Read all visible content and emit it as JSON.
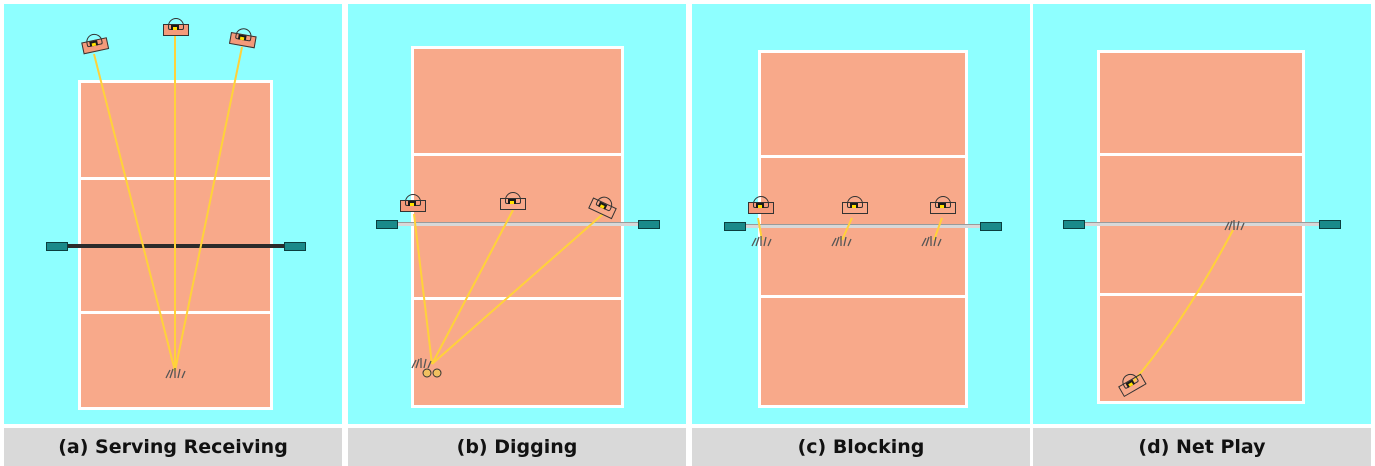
{
  "captions": {
    "a": "(a) Serving Receiving",
    "b": "(b) Digging",
    "c": "(c) Blocking",
    "d": "(d) Net Play"
  },
  "colors": {
    "background": "#8effff",
    "court": "#f8a98a",
    "lines": "#ffffff",
    "trajectory": "#ffd23a",
    "caption_bar": "#d9d9d9"
  },
  "icons": [
    "robot-icon",
    "glove-icon",
    "net-post-icon",
    "volleyball-icon"
  ]
}
